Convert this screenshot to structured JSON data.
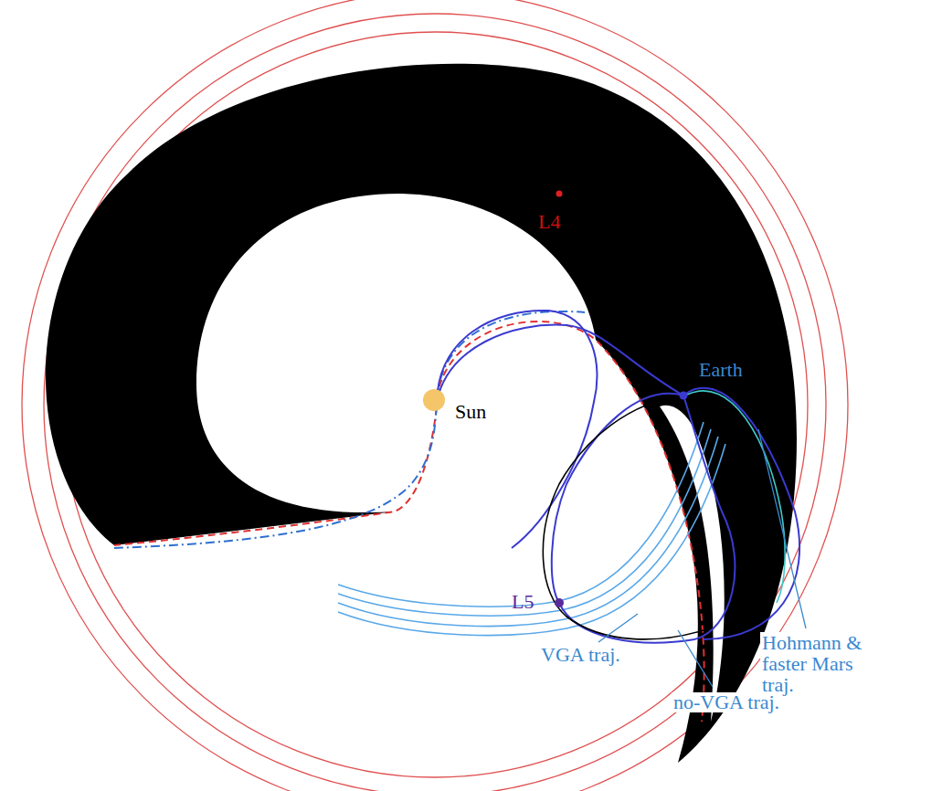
{
  "diagram": {
    "labels": [
      "L4",
      "Sun",
      "Earth",
      "L5",
      "VGA traj.",
      "no-VGA traj.",
      "Hohmann & faster Mars traj."
    ]
  }
}
